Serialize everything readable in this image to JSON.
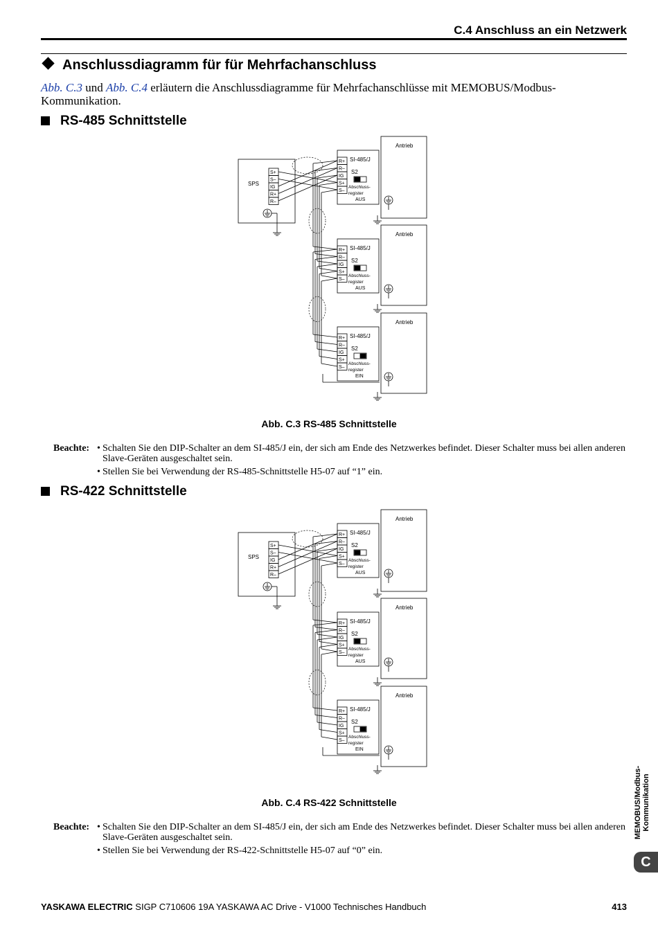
{
  "header": {
    "section_title": "C.4 Anschluss an ein Netzwerk"
  },
  "section": {
    "title": "Anschlussdiagramm für für Mehrfachanschluss"
  },
  "intro": {
    "ref1": "Abb. C.3",
    "and": " und ",
    "ref2": "Abb. C.4",
    "text": " erläutern die Anschlussdiagramme für Mehrfachanschlüsse mit MEMOBUS/Modbus-Kommunikation."
  },
  "rs485": {
    "heading": "RS-485 Schnittstelle",
    "caption": "Abb. C.3  RS-485 Schnittstelle",
    "note_label": "Beachte:",
    "notes": [
      "Schalten Sie den DIP-Schalter an dem SI-485/J ein, der sich am Ende des Netzwerkes befindet. Dieser Schalter muss bei allen anderen Slave-Geräten ausgeschaltet sein.",
      "Stellen Sie bei Verwendung der RS-485-Schnittstelle H5-07 auf “1” ein."
    ]
  },
  "rs422": {
    "heading": "RS-422 Schnittstelle",
    "caption": "Abb. C.4  RS-422 Schnittstelle",
    "note_label": "Beachte:",
    "notes": [
      "Schalten Sie den DIP-Schalter an dem SI-485/J ein, der sich am Ende des Netzwerkes befindet. Dieser Schalter muss bei allen anderen Slave-Geräten ausgeschaltet sein.",
      "Stellen Sie bei Verwendung der RS-422-Schnittstelle H5-07 auf “0” ein."
    ]
  },
  "diagram": {
    "plc_label": "SPS",
    "plc_terminals": [
      "S+",
      "S–",
      "IG",
      "R+",
      "R–"
    ],
    "drive_label": "Antrieb",
    "card_label": "SI-485/J",
    "drive_terminals": [
      "R+",
      "R–",
      "IG",
      "S+",
      "S–"
    ],
    "switch_label": "S2",
    "term_label_1": "Abschluss-",
    "term_label_2": "register",
    "state_off": "AUS",
    "state_on": "EIN"
  },
  "footer": {
    "brand": "YASKAWA ELECTRIC",
    "doc": " SIGP C710606 19A YASKAWA AC Drive - V1000 Technisches Handbuch",
    "page": "413"
  },
  "side_tab": {
    "line1": "MEMOBUS/Modbus-",
    "line2": "Kommunikation",
    "letter": "C"
  }
}
